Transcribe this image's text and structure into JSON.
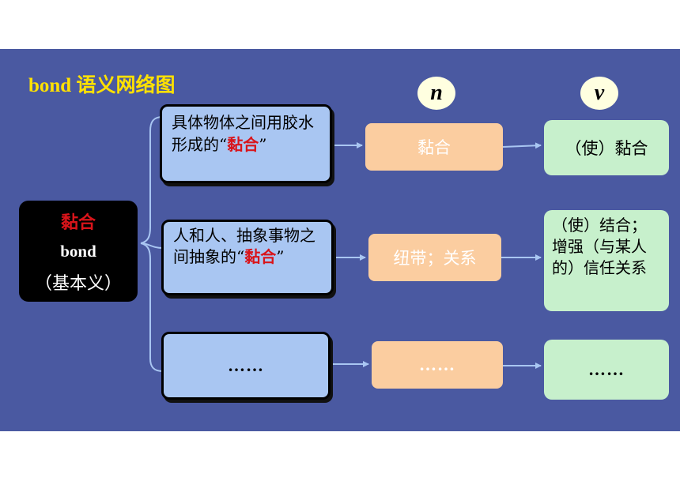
{
  "title": "bond 语义网络图",
  "pos_labels": {
    "noun": "n",
    "verb": "v"
  },
  "root": {
    "word_cn": "黏合",
    "word_en": "bond",
    "note": "（基本义）"
  },
  "rows": [
    {
      "meaning_prefix": "具体物体之间用胶水形成的“",
      "meaning_highlight": "黏合",
      "meaning_suffix": "”",
      "noun": "黏合",
      "verb": "（使）黏合"
    },
    {
      "meaning_prefix": "人和人、抽象事物之间抽象的“",
      "meaning_highlight": "黏合",
      "meaning_suffix": "”",
      "noun": "纽带；关系",
      "verb": "（使）结合；增强（与某人的）信任关系"
    },
    {
      "meaning_prefix": "……",
      "meaning_highlight": "",
      "meaning_suffix": "",
      "noun": "……",
      "verb": "……"
    }
  ],
  "colors": {
    "background": "#4a59a1",
    "title": "#ffe100",
    "highlight": "#d9141a",
    "meaning_box": "#a9c6f2",
    "noun_box": "#fbcda0",
    "verb_box": "#c7f0cc"
  }
}
